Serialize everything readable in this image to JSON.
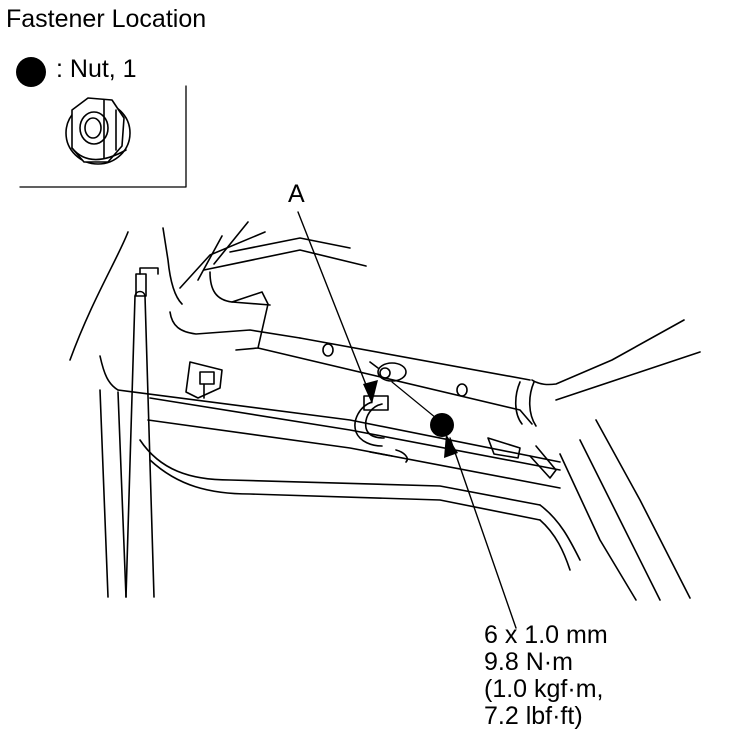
{
  "title": "Fastener Location",
  "legend": {
    "symbol": "filled-circle",
    "label": ": Nut, 1"
  },
  "callout": {
    "letter": "A"
  },
  "spec": {
    "line1": "6 x 1.0 mm",
    "line2": "9.8 N·m",
    "line3": "(1.0 kgf·m,",
    "line4": "7.2 lbf·ft)"
  }
}
